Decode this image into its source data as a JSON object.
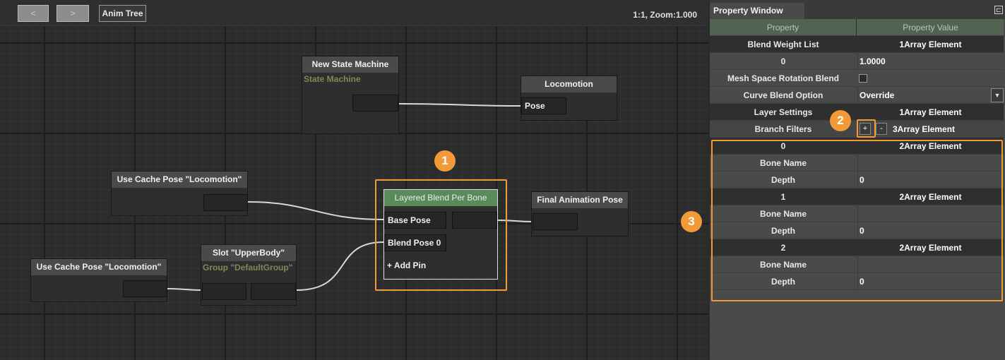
{
  "graph": {
    "toolbar": {
      "back_label": "<",
      "forward_label": ">",
      "anim_tree_label": "Anim Tree",
      "zoom_text": "1:1, Zoom:1.000"
    },
    "nodes": {
      "new_state_machine": {
        "title": "New State Machine",
        "subtitle": "State Machine"
      },
      "locomotion": {
        "title": "Locomotion",
        "pin": "Pose"
      },
      "cache_pose_1": {
        "title": "Use Cache Pose \"Locomotion\""
      },
      "cache_pose_2": {
        "title": "Use Cache Pose \"Locomotion\""
      },
      "slot": {
        "title": "Slot \"UpperBody\"",
        "subtitle": "Group \"DefaultGroup\""
      },
      "layered_blend": {
        "title": "Layered Blend Per Bone",
        "pin_base": "Base Pose",
        "pin_blend": "Blend Pose 0",
        "add_pin": "+ Add Pin"
      },
      "final_pose": {
        "title": "Final Animation Pose"
      }
    },
    "badges": {
      "one": "1",
      "two": "2",
      "three": "3"
    },
    "highlight_color": "#f29a38"
  },
  "property_window": {
    "tab_title": "Property Window",
    "pin_icon": "pin-icon",
    "header": {
      "property": "Property",
      "value": "Property Value"
    },
    "rows": [
      {
        "name": "Blend Weight List",
        "value": "1Array Element",
        "style": "dark"
      },
      {
        "name": "0",
        "value": "1.0000",
        "style": "plain"
      },
      {
        "name": "Mesh Space Rotation Blend",
        "value": "",
        "style": "checkbox",
        "checked": false
      },
      {
        "name": "Curve Blend Option",
        "value": "Override",
        "style": "dropdown"
      },
      {
        "name": "Layer Settings",
        "value": "1Array Element",
        "style": "dark"
      },
      {
        "name": "Branch Filters",
        "value": "3Array Element",
        "style": "buttons",
        "add": "+",
        "remove": "-"
      },
      {
        "name": "0",
        "value": "2Array Element",
        "style": "dark"
      },
      {
        "name": "Bone Name",
        "value": "",
        "style": "plain"
      },
      {
        "name": "Depth",
        "value": "0",
        "style": "plain"
      },
      {
        "name": "1",
        "value": "2Array Element",
        "style": "dark"
      },
      {
        "name": "Bone Name",
        "value": "",
        "style": "plain"
      },
      {
        "name": "Depth",
        "value": "0",
        "style": "plain"
      },
      {
        "name": "2",
        "value": "2Array Element",
        "style": "dark"
      },
      {
        "name": "Bone Name",
        "value": "",
        "style": "plain"
      },
      {
        "name": "Depth",
        "value": "0",
        "style": "plain"
      }
    ]
  }
}
